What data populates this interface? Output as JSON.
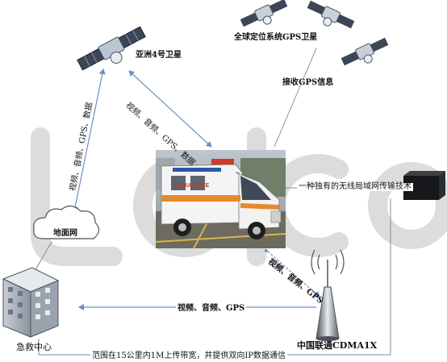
{
  "satellites": {
    "asia_sat_label": "亚洲4号卫星",
    "gps_sat_label": "全球定位系统GPS卫星"
  },
  "links": {
    "receive_gps": "接收GPS信息",
    "sat_to_ambulance": "视频、音频、GPS、数据",
    "sat_to_ground": "视频、音频、GPS、数据",
    "wlan": "一种独有的无线局域网传输技术",
    "ambulance_to_tower": "视频、音频、GPS",
    "tower_to_center": "视频、音频、GPS",
    "bottom_note": "范围在15公里内1M上传带宽，并提供双向IP数据通信"
  },
  "nodes": {
    "ground_network": "地面网",
    "emergency_center": "急救中心",
    "cdma_tower": "中国联通CDMA1X"
  },
  "photo_text": {
    "ambulance_word": "AMBULANCE"
  },
  "watermark": {
    "text": "Lcico"
  },
  "colors": {
    "link_blue": "#6b8fc8",
    "dark_line": "#7f8aa0",
    "watermark": "#d9d9d9"
  }
}
